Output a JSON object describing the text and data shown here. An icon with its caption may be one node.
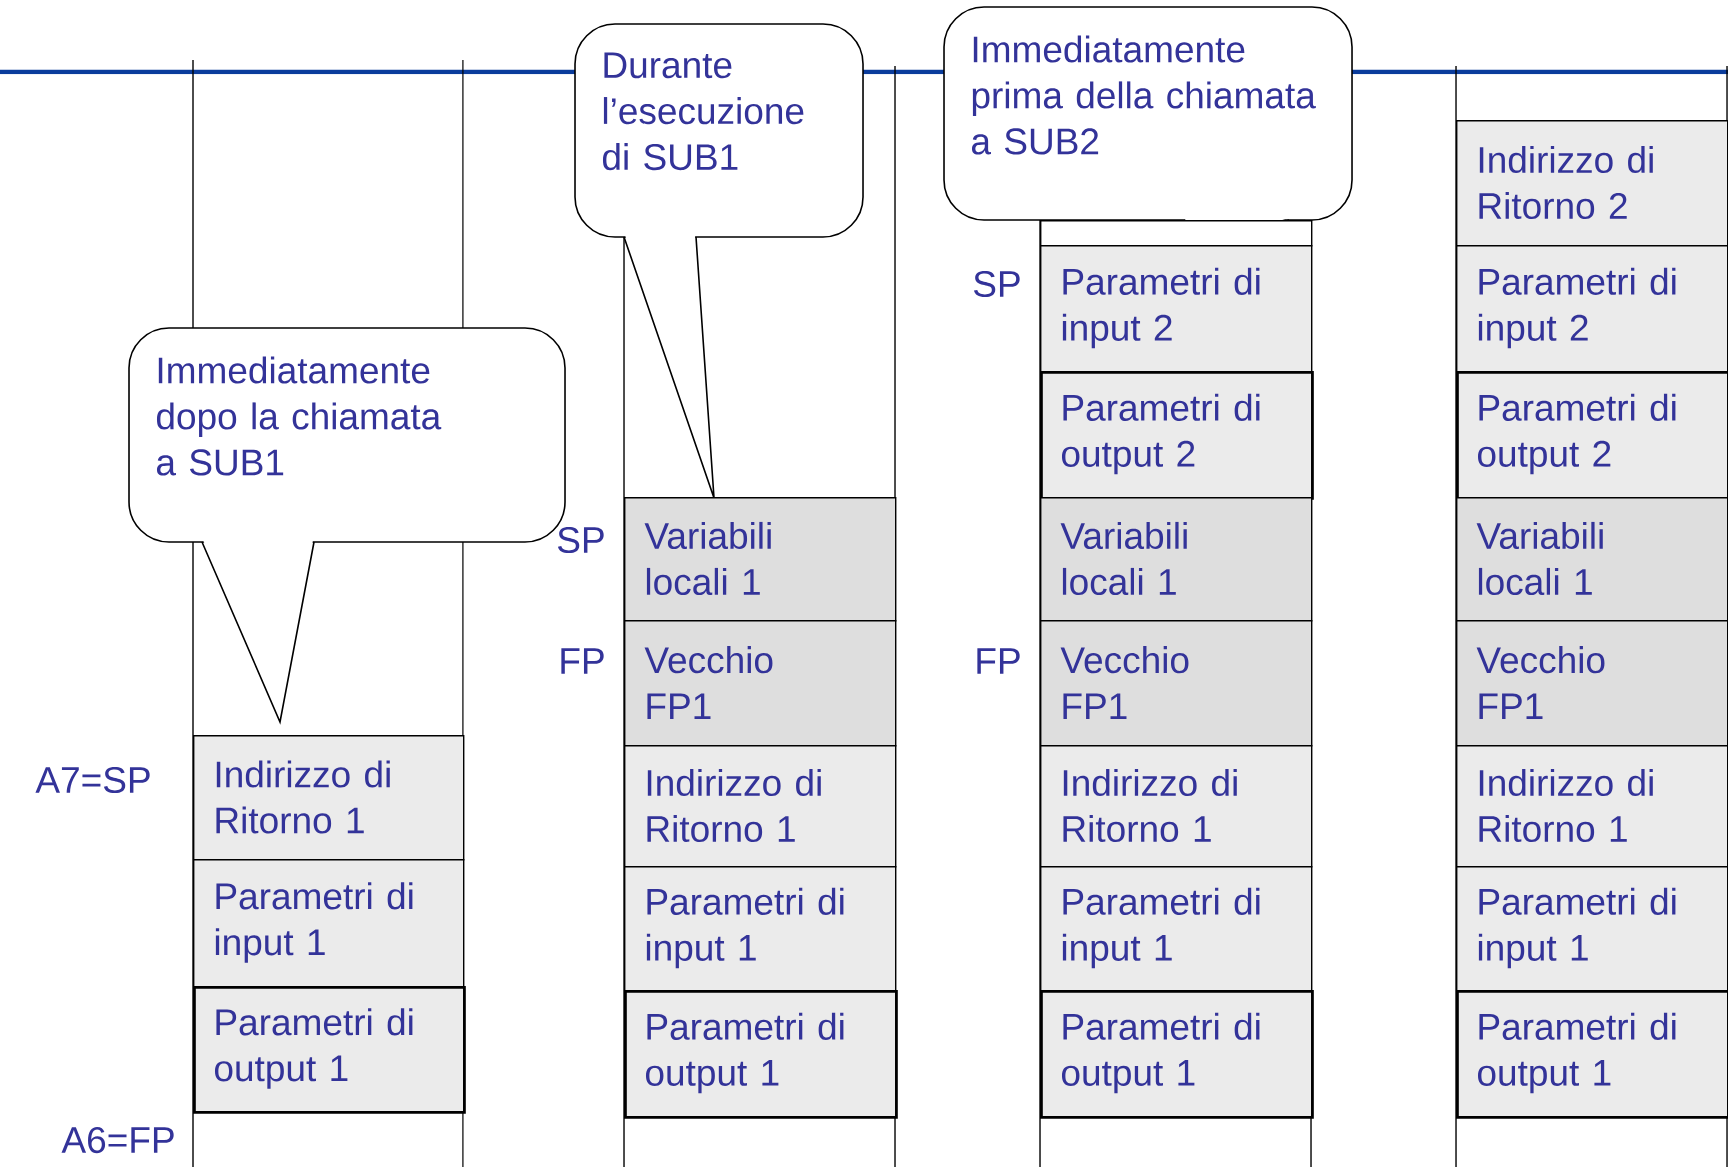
{
  "diagram": {
    "nodes": [
      {
        "text": [
          "Immediatamente dopo la chiamata a SUB1"
        ]
      },
      {
        "text": [
          "Indirizzo di Ritorno 1"
        ]
      },
      {
        "text": [
          "Parametri di input 1"
        ]
      },
      {
        "text": [
          "Parametri di output 1"
        ]
      },
      {
        "text": [
          "Durante l’esecuzione di SUB1"
        ]
      },
      {
        "text": [
          "Variabili locali 1"
        ]
      },
      {
        "text": [
          "Vecchio FP1"
        ]
      },
      {
        "text": [
          "Indirizzo di Ritorno 1"
        ]
      },
      {
        "text": [
          "Parametri di input 1"
        ]
      },
      {
        "text": [
          "Parametri di output 1"
        ]
      },
      {
        "text": [
          "Immediatamente prima della chiamata a SUB2"
        ]
      },
      {
        "text": [],
        "shape": "box"
      },
      {
        "text": [
          "Parametri di input 2"
        ]
      },
      {
        "text": [
          "Parametri di output 2"
        ]
      },
      {
        "text": [
          "Variabili locali 1"
        ]
      },
      {
        "text": [
          "Vecchio FP1"
        ]
      },
      {
        "text": [
          "Indirizzo di Ritorno 1"
        ]
      },
      {
        "text": [
          "Parametri di input 1"
        ]
      },
      {
        "text": [
          "Parametri di output 1"
        ]
      },
      {
        "text": [
          "Indirizzo di Ritorno 2"
        ]
      },
      {
        "text": [
          "Parametri di input 2"
        ]
      },
      {
        "text": [
          "Parametri di output 2"
        ]
      },
      {
        "text": [
          "Variabili locali 1"
        ]
      },
      {
        "text": [
          "Vecchio FP1"
        ]
      },
      {
        "text": [
          "Indirizzo di Ritorno 1"
        ]
      },
      {
        "text": [
          "Parametri di input 1"
        ]
      },
      {
        "text": [
          "Parametri di output 1"
        ]
      }
    ],
    "edges": [],
    "labels": [
      "A7=SP",
      "A6=FP",
      "SP",
      "FP",
      "SP",
      "FP"
    ]
  }
}
